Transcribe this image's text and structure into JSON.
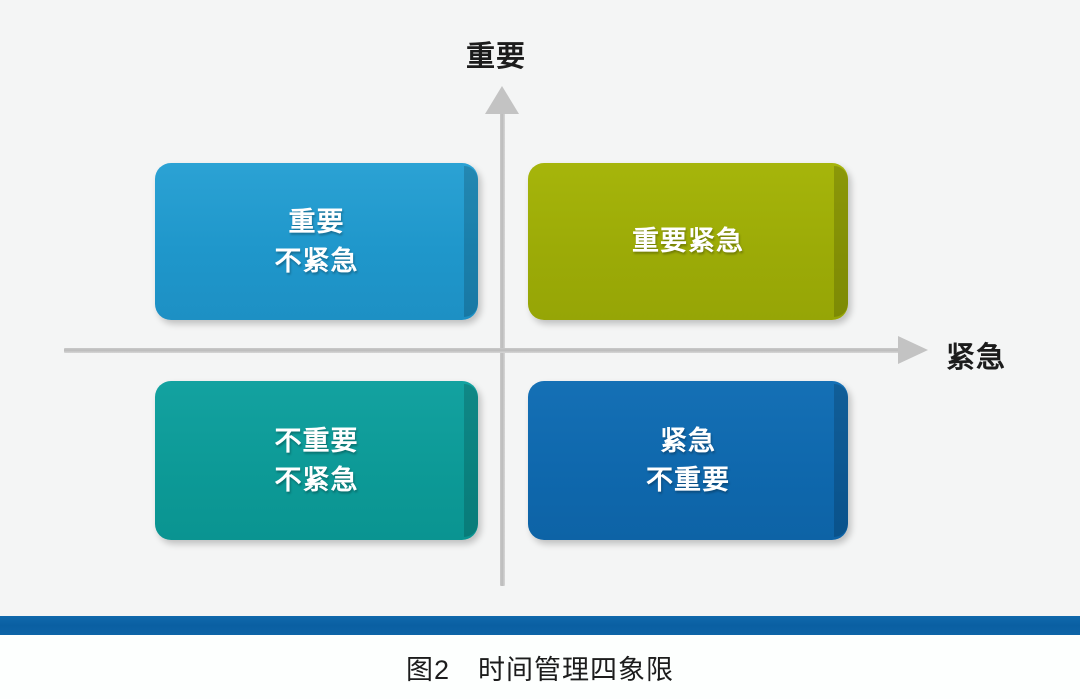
{
  "figure": {
    "caption": "图2　时间管理四象限",
    "caption_number": "图2",
    "caption_title": "时间管理四象限",
    "background_color": "#f4f5f5",
    "rule_color": "#0a5fa2"
  },
  "axes": {
    "vertical": {
      "label": "重要",
      "direction": "up",
      "color": "#c3c3c3"
    },
    "horizontal": {
      "label": "紧急",
      "direction": "right",
      "color": "#c3c3c3"
    }
  },
  "quadrants": [
    {
      "id": "top-left",
      "lines": [
        "重要",
        "不紧急"
      ],
      "line1": "重要",
      "line2": "不紧急",
      "color": "#1f97cb",
      "importance": "important",
      "urgency": "not-urgent"
    },
    {
      "id": "top-right",
      "lines": [
        "重要紧急"
      ],
      "line1": "重要紧急",
      "line2": "",
      "color": "#9cab07",
      "importance": "important",
      "urgency": "urgent"
    },
    {
      "id": "bottom-left",
      "lines": [
        "不重要",
        "不紧急"
      ],
      "line1": "不重要",
      "line2": "不紧急",
      "color": "#0d9a97",
      "importance": "not-important",
      "urgency": "not-urgent"
    },
    {
      "id": "bottom-right",
      "lines": [
        "紧急",
        "不重要"
      ],
      "line1": "紧急",
      "line2": "不重要",
      "color": "#0f68ad",
      "importance": "not-important",
      "urgency": "urgent"
    }
  ]
}
